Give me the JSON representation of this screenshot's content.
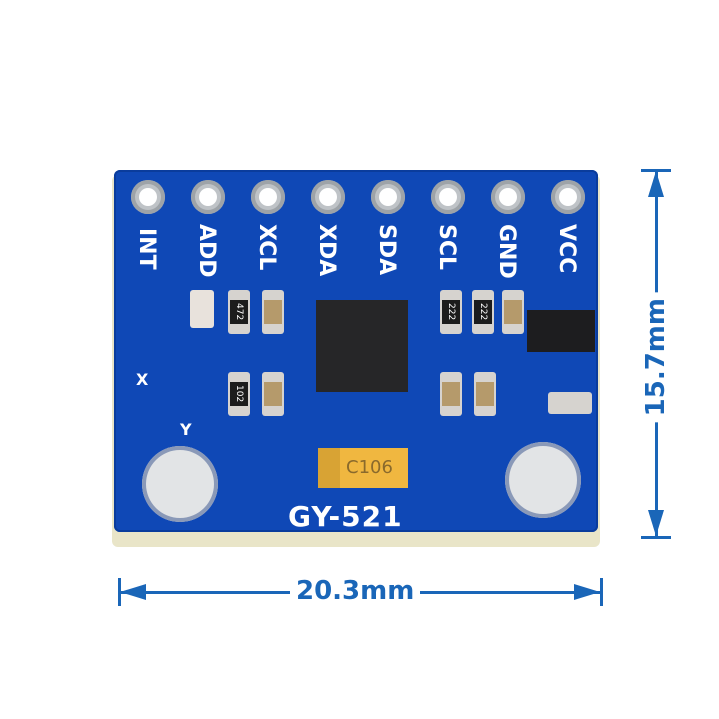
{
  "board": {
    "model": "GY-521",
    "pins": [
      "INT",
      "ADD",
      "XCL",
      "XDA",
      "SDA",
      "SCL",
      "GND",
      "VCC"
    ],
    "components": {
      "resistors": [
        "472",
        "102",
        "222",
        "222"
      ],
      "tantalum_capacitor": "C106"
    },
    "axis_labels": {
      "x": "X",
      "y": "Y"
    },
    "colors": {
      "pcb": "#0f48b6",
      "dimension": "#1a66b8",
      "tantalum": "#f0b740"
    }
  },
  "dimensions": {
    "width": "20.3mm",
    "height": "15.7mm"
  }
}
